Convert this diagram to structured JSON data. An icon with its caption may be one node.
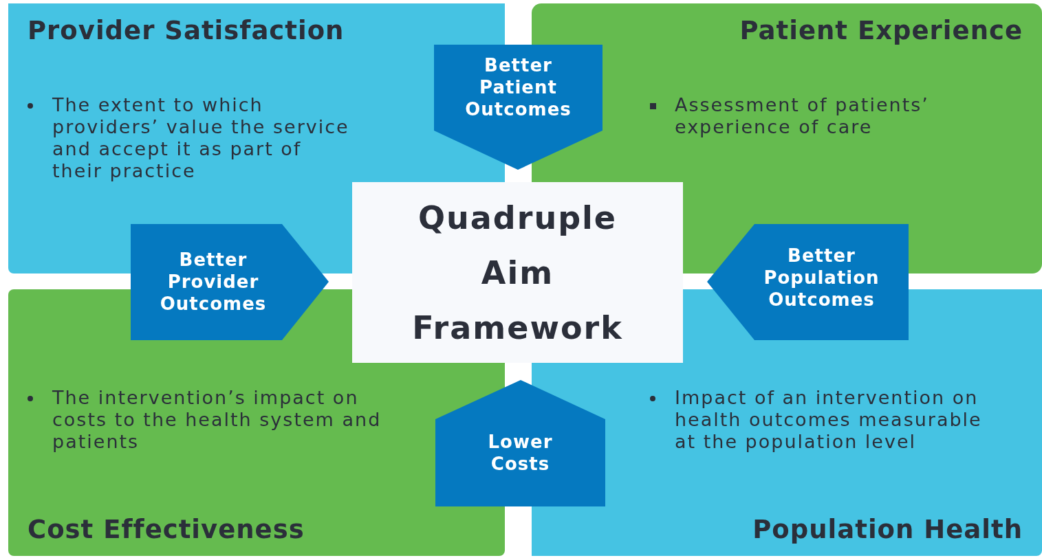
{
  "diagram": {
    "nodes": [
      {
        "text": [
          "Provider Satisfaction",
          "The extent to which providers’ value the service and accept it as part of their practice"
        ]
      },
      {
        "text": [
          "Better Patient Outcomes"
        ]
      },
      {
        "text": [
          "Patient Experience",
          "Assessment of patients’ experience of care"
        ]
      },
      {
        "text": [
          "Quadruple Aim Framework"
        ]
      },
      {
        "text": [
          "Better Provider Outcomes"
        ]
      },
      {
        "text": [
          "Better Population Outcomes"
        ]
      },
      {
        "text": [
          "The intervention’s impact on costs to the health system and patients",
          "Cost Effectiveness"
        ]
      },
      {
        "text": [
          "Lower Costs"
        ]
      },
      {
        "text": [
          "Impact of an intervention on health outcomes measurable at the population level",
          "Population Health"
        ]
      }
    ],
    "edges": []
  }
}
